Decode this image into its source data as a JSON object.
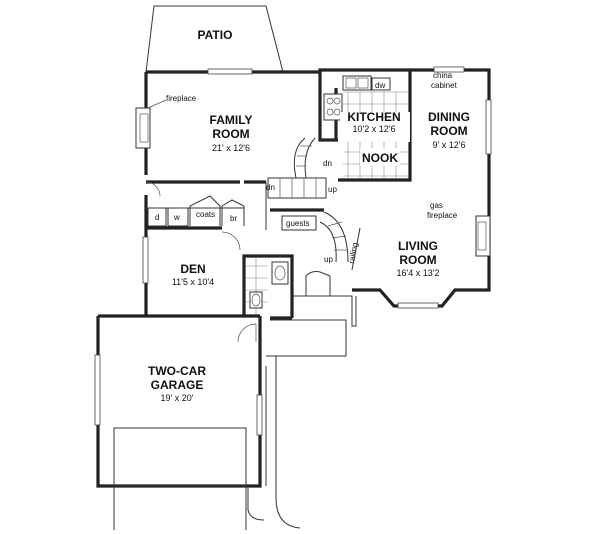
{
  "rooms": {
    "patio": {
      "name": "PATIO"
    },
    "family": {
      "name_line1": "FAMILY",
      "name_line2": "ROOM",
      "dims": "21' x 12'6"
    },
    "kitchen": {
      "name": "KITCHEN",
      "dims": "10'2 x 12'6"
    },
    "nook": {
      "name": "NOOK"
    },
    "dining": {
      "name_line1": "DINING",
      "name_line2": "ROOM",
      "dims": "9' x 12'6"
    },
    "living": {
      "name_line1": "LIVING",
      "name_line2": "ROOM",
      "dims": "16'4 x 13'2"
    },
    "den": {
      "name": "DEN",
      "dims": "11'5 x 10'4"
    },
    "garage": {
      "name_line1": "TWO-CAR",
      "name_line2": "GARAGE",
      "dims": "19' x 20'"
    }
  },
  "labels": {
    "fireplace": "fireplace",
    "china_line1": "china",
    "china_line2": "cabinet",
    "gas_line1": "gas",
    "gas_line2": "fireplace",
    "dw": "dw",
    "dn1": "dn",
    "dn2": "dn",
    "up1": "up",
    "up2": "up",
    "guests": "guests",
    "railing": "railing",
    "d": "d",
    "w": "w",
    "coats": "coats",
    "br": "br"
  }
}
